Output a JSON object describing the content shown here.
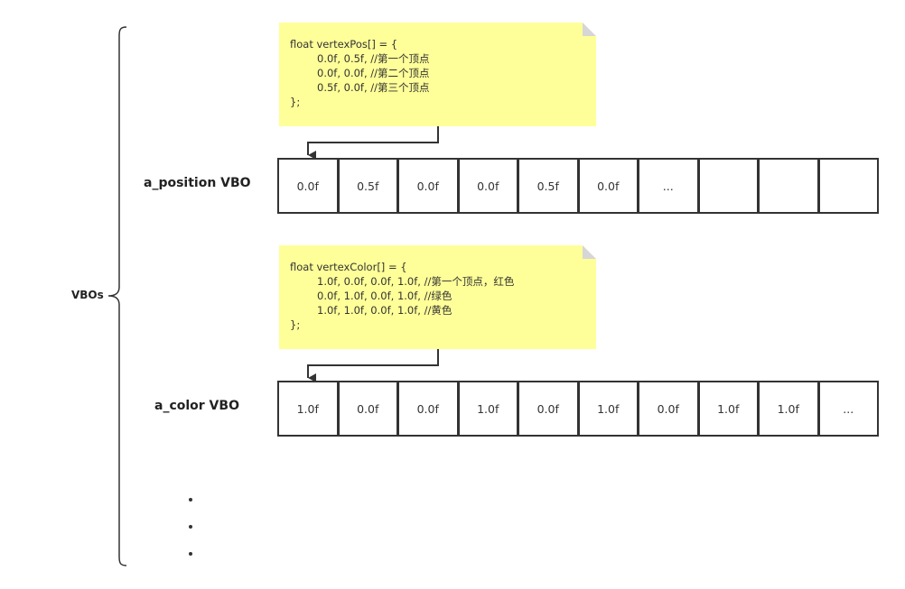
{
  "brace_label": "VBOs",
  "position": {
    "label": "a_position VBO",
    "note_lines": [
      "float vertexPos[] = {",
      "0.0f, 0.5f, //第一个顶点",
      "0.0f, 0.0f, //第二个顶点",
      "0.5f, 0.0f, //第三个顶点",
      "};"
    ],
    "cells": [
      "0.0f",
      "0.5f",
      "0.0f",
      "0.0f",
      "0.5f",
      "0.0f",
      "...",
      "",
      "",
      ""
    ]
  },
  "color": {
    "label": "a_color VBO",
    "note_lines": [
      "float vertexColor[] = {",
      "1.0f, 0.0f, 0.0f, 1.0f, //第一个顶点，红色",
      "0.0f, 1.0f, 0.0f, 1.0f, //绿色",
      "1.0f, 1.0f, 0.0f, 1.0f, //黄色",
      "};"
    ],
    "cells": [
      "1.0f",
      "0.0f",
      "0.0f",
      "1.0f",
      "0.0f",
      "1.0f",
      "0.0f",
      "1.0f",
      "1.0f",
      "..."
    ]
  },
  "colors": {
    "note_fill": "#ffff99",
    "stroke": "#333333"
  }
}
